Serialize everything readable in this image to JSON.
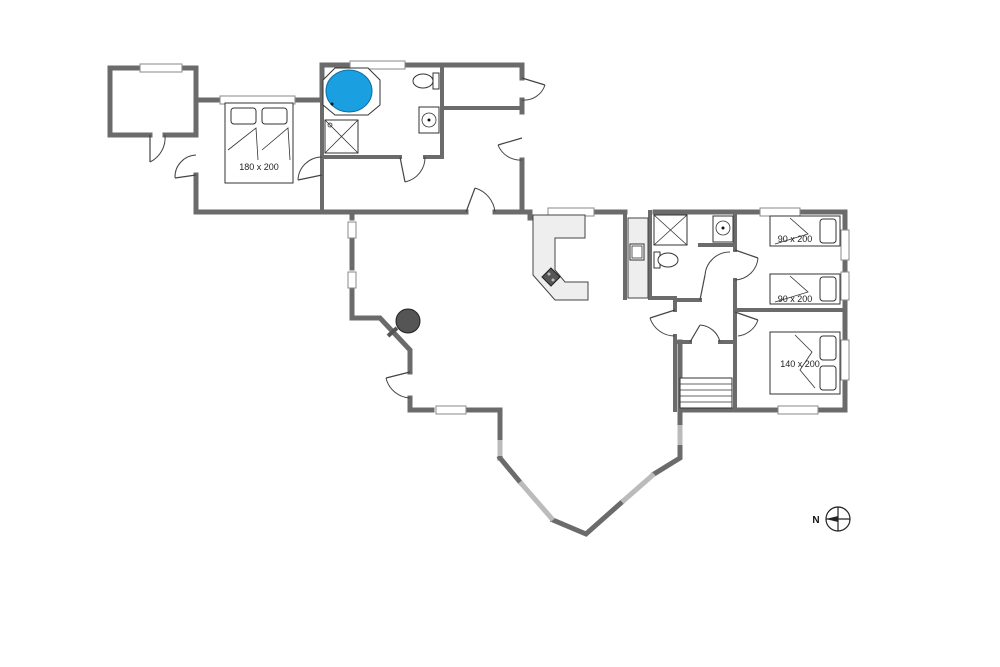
{
  "beds": {
    "bed_master": "180 x 200",
    "bed_single_a": "90 x 200",
    "bed_single_b": "90 x 200",
    "bed_double": "140 x 200"
  },
  "compass": {
    "north_letter": "N"
  },
  "colors": {
    "wall": "#6b6b6b",
    "bathtub": "#1a9fe0",
    "stove": "#555555",
    "counter": "#eeeeee"
  },
  "icons": [
    "bathtub-icon",
    "toilet-icon",
    "sink-icon",
    "shower-icon",
    "stove-icon",
    "fireplace-icon",
    "stairs-icon",
    "compass-icon",
    "bed-icon"
  ]
}
